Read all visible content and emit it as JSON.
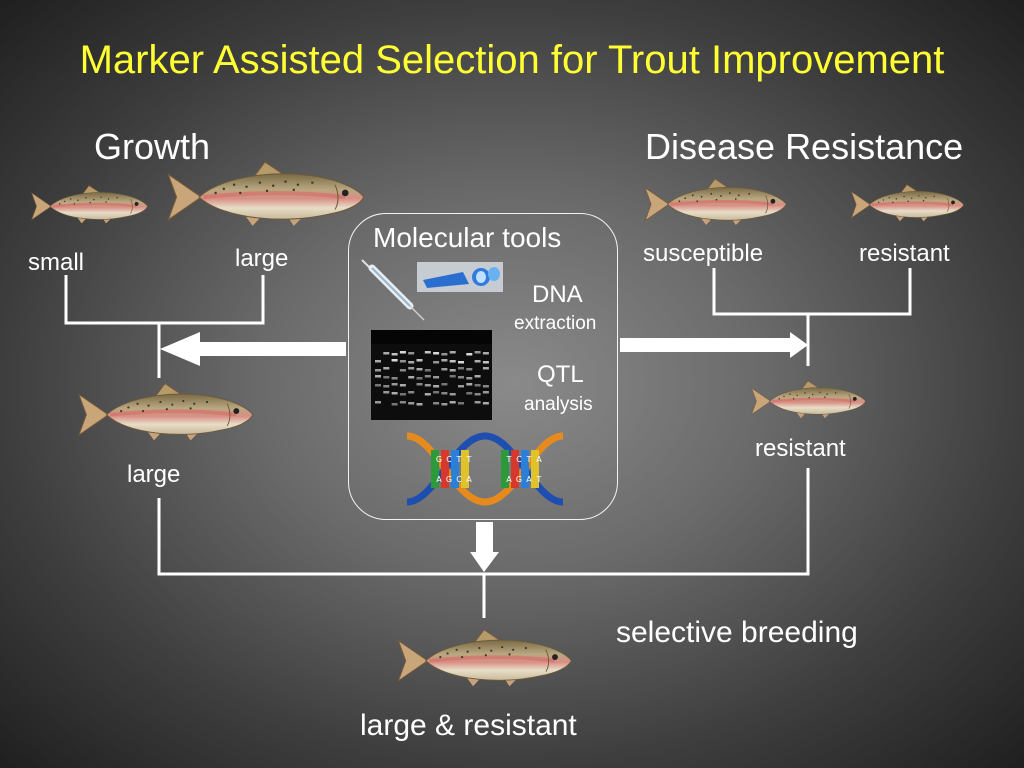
{
  "title": "Marker Assisted Selection for Trout Improvement",
  "colors": {
    "title": "#ffff33",
    "text": "#ffffff",
    "lines": "#ffffff"
  },
  "growth": {
    "heading": "Growth",
    "small_label": "small",
    "large_label": "large",
    "selected_label": "large"
  },
  "disease": {
    "heading": "Disease Resistance",
    "susceptible_label": "susceptible",
    "resistant_label": "resistant",
    "selected_label": "resistant"
  },
  "tools": {
    "title": "Molecular tools",
    "dna": "DNA",
    "extraction": "extraction",
    "qtl": "QTL",
    "analysis": "analysis",
    "helix_bases_left": [
      "G",
      "C",
      "T",
      "T",
      "A",
      "G",
      "C",
      "A"
    ],
    "helix_bases_right": [
      "T",
      "C",
      "T",
      "A",
      "A",
      "G",
      "A",
      "T"
    ]
  },
  "breeding": {
    "label": "selective breeding",
    "result_label": "large & resistant"
  },
  "icons": [
    "trout-fish-icon",
    "syringe-icon",
    "sample-tube-icon",
    "gel-electrophoresis-image",
    "dna-helix-icon"
  ]
}
